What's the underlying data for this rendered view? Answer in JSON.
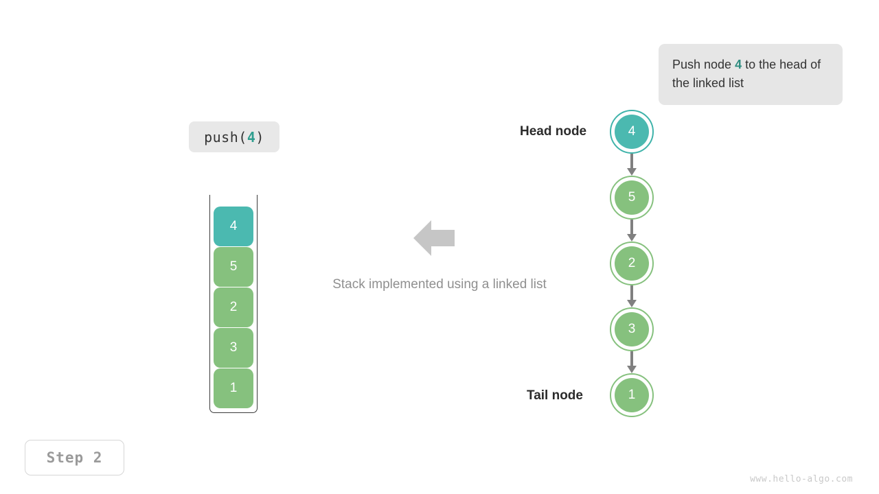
{
  "annotation": {
    "text_before": "Push node ",
    "accent_value": "4",
    "text_after": " to the head of the linked list"
  },
  "operation_label": {
    "prefix": "push(",
    "value": "4",
    "suffix": ")"
  },
  "center": {
    "caption": "Stack implemented using a linked list",
    "arrow_direction": "left"
  },
  "stack": {
    "cells": [
      {
        "value": "4",
        "color": "teal"
      },
      {
        "value": "5",
        "color": "green"
      },
      {
        "value": "2",
        "color": "green"
      },
      {
        "value": "3",
        "color": "green"
      },
      {
        "value": "1",
        "color": "green"
      }
    ]
  },
  "linked_list": {
    "head_label": "Head node",
    "tail_label": "Tail node",
    "nodes": [
      {
        "value": "4",
        "color": "teal"
      },
      {
        "value": "5",
        "color": "green"
      },
      {
        "value": "2",
        "color": "green"
      },
      {
        "value": "3",
        "color": "green"
      },
      {
        "value": "1",
        "color": "green"
      }
    ]
  },
  "step_badge": "Step 2",
  "watermark": "www.hello-algo.com",
  "colors": {
    "teal": "#4bb9b0",
    "teal_dark": "#2f8d80",
    "green": "#86c17e",
    "gray_arrow": "#808080",
    "box_bg": "#e6e6e6",
    "caption_gray": "#8f8f8f"
  }
}
